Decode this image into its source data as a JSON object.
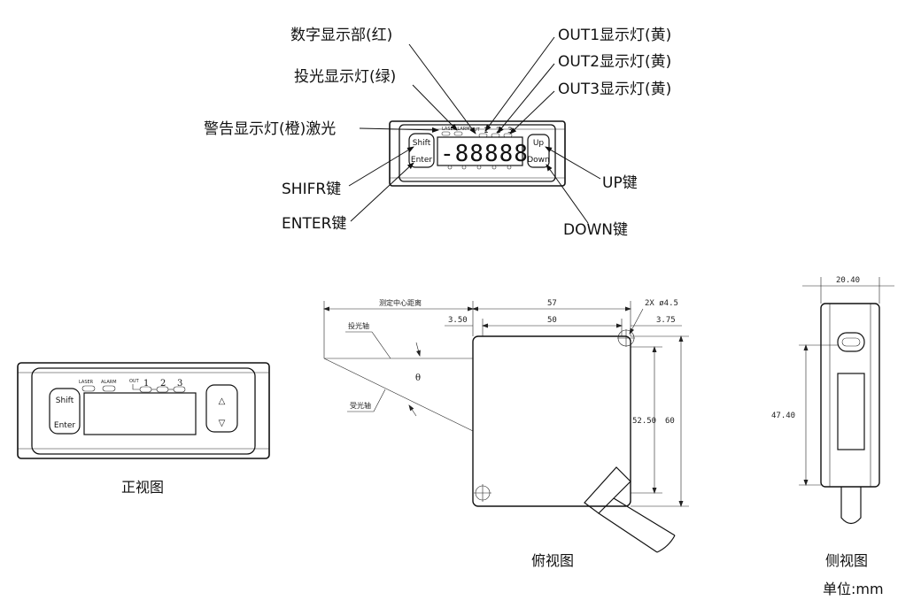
{
  "callouts": {
    "digital_display": "数字显示部(红)",
    "emit_lamp": "投光显示灯(绿)",
    "alarm_lamp": "警告显示灯(橙)激光",
    "out1_lamp": "OUT1显示灯(黄)",
    "out2_lamp": "OUT2显示灯(黄)",
    "out3_lamp": "OUT3显示灯(黄)",
    "shift_key": "SHIFR键",
    "enter_key": "ENTER键",
    "up_key": "UP键",
    "down_key": "DOWN键"
  },
  "panel": {
    "shift": "Shift",
    "enter": "Enter",
    "up": "Up",
    "down": "Down",
    "laser": "LASER",
    "alarm": "ALARM",
    "out": "OUT",
    "n1": "1",
    "n2": "2",
    "n3": "3",
    "digits": "-88888",
    "up_arrow": "△",
    "down_arrow": "▽"
  },
  "top_view": {
    "dim_measure_center": "测定中心距离",
    "dim_57": "57",
    "dim_50": "50",
    "dim_350": "3.50",
    "dim_375": "3.75",
    "dim_hole": "2X ø4.5",
    "dim_5250": "52.50",
    "dim_60": "60",
    "emit_axis": "投光轴",
    "recv_axis": "受光轴",
    "theta": "θ"
  },
  "side_view": {
    "dim_2040": "20.40",
    "dim_4740": "47.40"
  },
  "captions": {
    "front": "正视图",
    "top": "俯视图",
    "side": "侧视图",
    "unit": "单位:mm"
  }
}
